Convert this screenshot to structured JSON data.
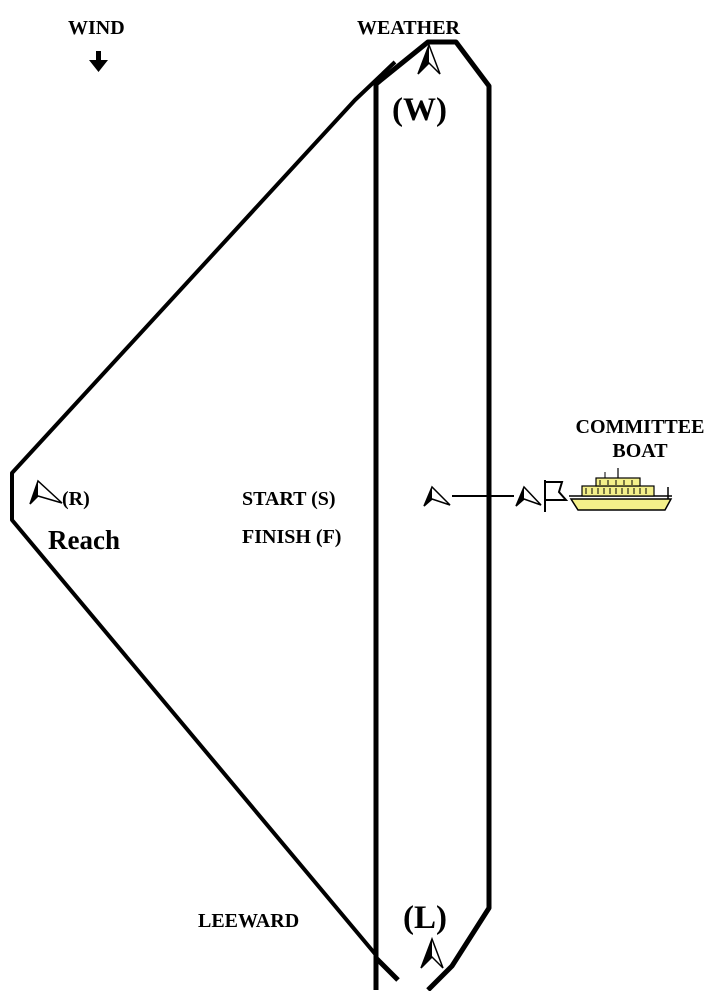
{
  "labels": {
    "wind": "WIND",
    "weather": "WEATHER",
    "weather_mark": "(W)",
    "reach_mark": "(R)",
    "reach": "Reach",
    "start": "START (S)",
    "finish": "FINISH (F)",
    "committee_line1": "COMMITTEE",
    "committee_line2": "BOAT",
    "leeward": "LEEWARD",
    "leeward_mark": "(L)"
  },
  "icons": {
    "wind_arrow": "down-arrow-icon",
    "mark": "mark-buoy-icon",
    "flag": "flag-icon",
    "boat": "committee-boat-icon"
  },
  "colors": {
    "line": "#000000",
    "boat_hull": "#f4f08a"
  }
}
